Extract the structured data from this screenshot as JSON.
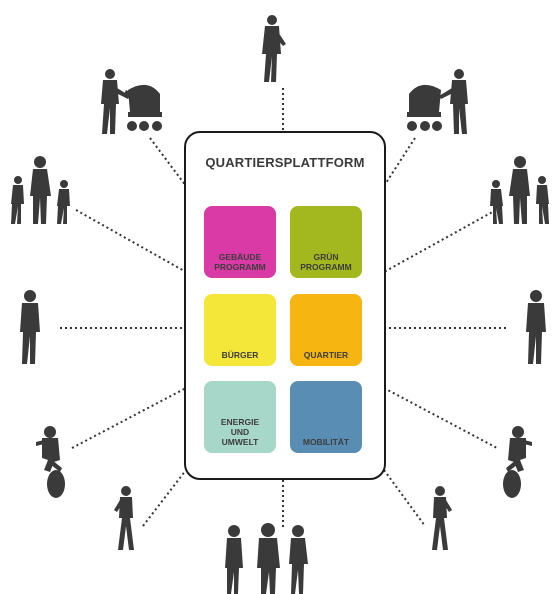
{
  "platform": {
    "title": "QUARTIERSPLATTFORM"
  },
  "modules": [
    {
      "id": "gebaeude",
      "label": "GEBÄUDE\nPROGRAMM",
      "color": "#d93aa6"
    },
    {
      "id": "gruen",
      "label": "GRÜN\nPROGRAMM",
      "color": "#a3b81e"
    },
    {
      "id": "buerger",
      "label": "BÜRGER",
      "color": "#f5e63a"
    },
    {
      "id": "quartier",
      "label": "QUARTIER",
      "color": "#f7b512"
    },
    {
      "id": "energie",
      "label": "ENERGIE\nUND\nUMWELT",
      "color": "#a6d7c8"
    },
    {
      "id": "mobilitaet",
      "label": "MOBILITÄT",
      "color": "#5a8db4"
    }
  ],
  "colors": {
    "silhouette": "#3a3a3a",
    "outline": "#1a1a1a",
    "dots": "#333333"
  },
  "people_icons": [
    "person-standing-icon",
    "parent-with-stroller-icon",
    "family-with-children-icon",
    "person-walking-icon",
    "cyclist-icon",
    "child-walking-icon",
    "group-of-people-icon"
  ]
}
